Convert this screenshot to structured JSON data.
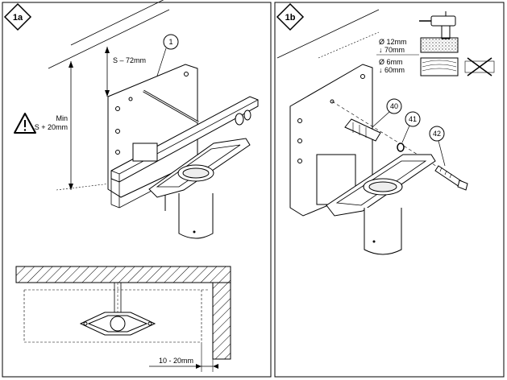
{
  "panels": {
    "left": {
      "tag": "1a"
    },
    "right": {
      "tag": "1b"
    }
  },
  "left": {
    "dim_top": "S – 72mm",
    "dim_min_1": "Min",
    "dim_min_2": "S + 20mm",
    "callout_1": "1",
    "dim_bottom": "10 - 20mm",
    "warning_icon": "warning-triangle-icon"
  },
  "right": {
    "drill_1_dia": "Ø 12mm",
    "drill_1_depth": "↓ 70mm",
    "drill_2_dia": "Ø 6mm",
    "drill_2_depth": "↓ 60mm",
    "callout_40": "40",
    "callout_41": "41",
    "callout_42": "42",
    "drill_icon": "power-drill-icon",
    "concrete_icon": "concrete-material-icon",
    "wood_icon": "wood-material-icon",
    "no_plasterboard_icon": "crossed-out-icon"
  }
}
